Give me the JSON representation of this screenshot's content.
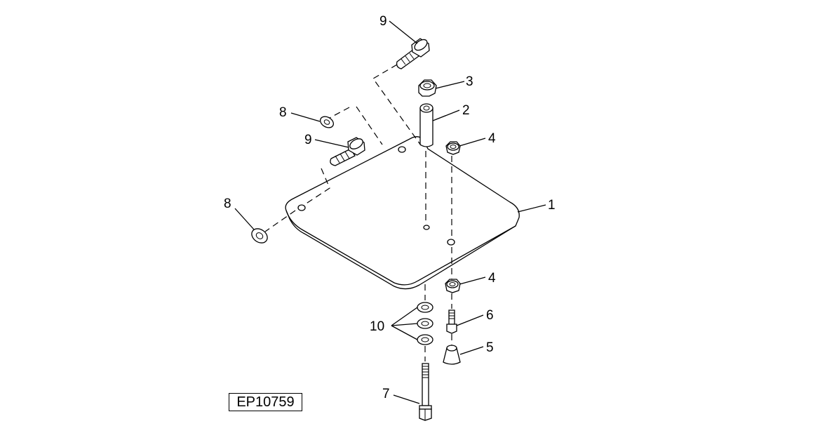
{
  "figure": {
    "reference_id": "EP10759",
    "callouts": {
      "plate": "1",
      "spacer": "2",
      "nut_top": "3",
      "nut_upper": "4",
      "nut_lower": "4",
      "bumper": "5",
      "screw_short": "6",
      "bolt_long": "7",
      "washer_upper": "8",
      "washer_lower": "8",
      "bolt_upper": "9",
      "bolt_lower": "9",
      "washers_group": "10"
    }
  }
}
